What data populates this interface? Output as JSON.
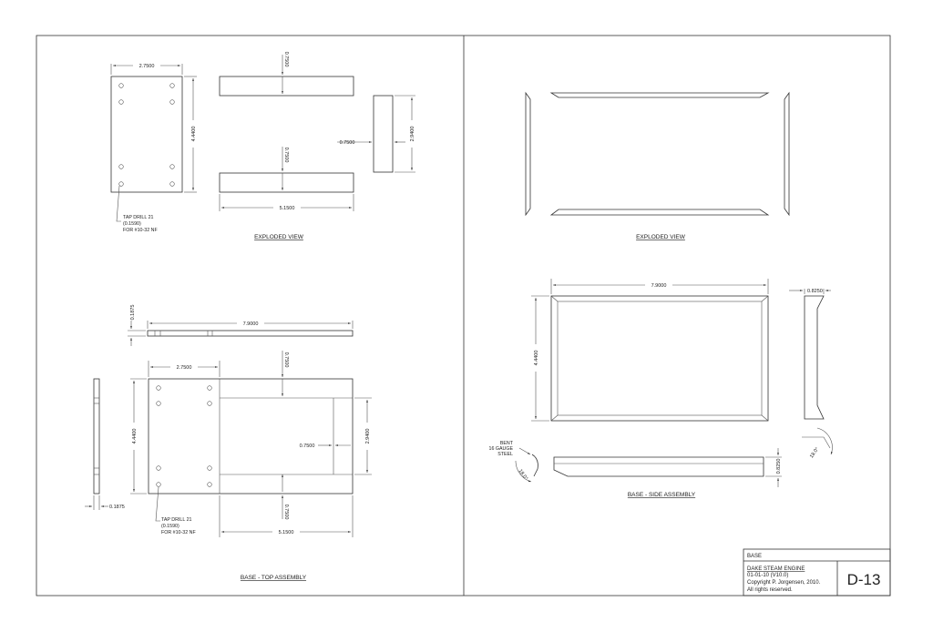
{
  "sheet": {
    "titles": {
      "exploded_left": "EXPLODED VIEW",
      "exploded_right": "EXPLODED VIEW",
      "top_assembly": "BASE - TOP ASSEMBLY",
      "side_assembly": "BASE - SIDE ASSEMBLY"
    },
    "dims": {
      "d_2750": "2.7500",
      "d_4440": "4.4400",
      "d_0750": "0.7500",
      "d_2940": "2.9400",
      "d_5150": "5.1500",
      "d_7900": "7.9000",
      "d_0187": "0.1875",
      "d_0825": "0.8250",
      "d_angle": "18.0°"
    },
    "notes": {
      "tap_1": "TAP DRILL 21",
      "tap_2": "(0.1590)",
      "tap_3": "FOR #10-32 NF",
      "bent_1": "BENT",
      "bent_2": "16 GAUGE",
      "bent_3": "STEEL"
    }
  },
  "title_block": {
    "part_name": "BASE",
    "project": "DAKE STEAM ENGINE",
    "version": "01-01-10  (V10.0)",
    "copyright": "Copyright P. Jorgensen, 2010.",
    "rights": "All rights reserved.",
    "sheet_number": "D-13"
  }
}
